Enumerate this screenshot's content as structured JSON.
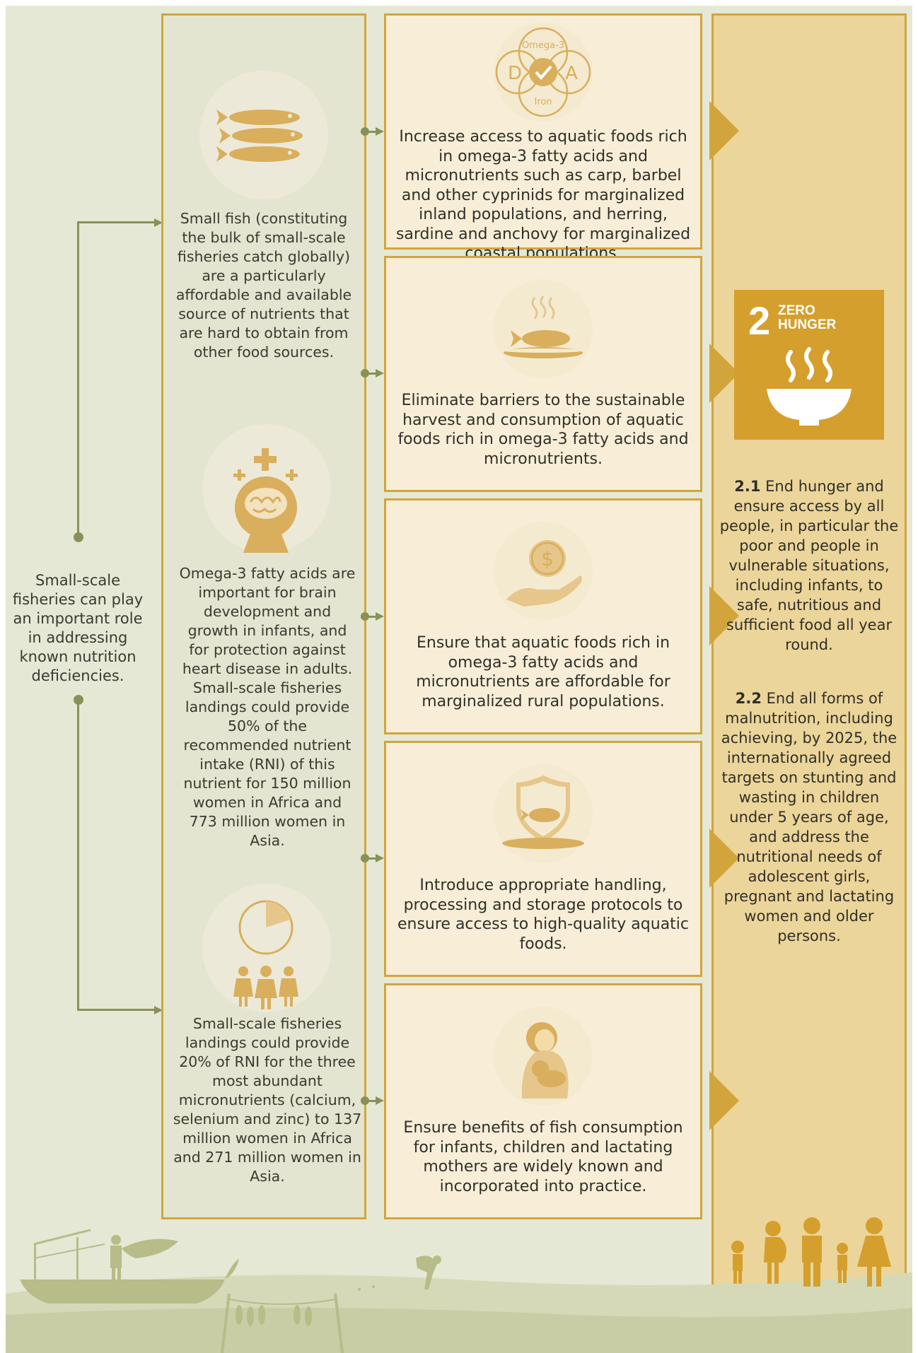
{
  "intro_text": "Small-scale fisheries can play an important role in addressing known nutrition deficiencies.",
  "facts": [
    {
      "icon": "fish-icon",
      "text": "Small fish (constituting the bulk of small-scale fisheries catch globally) are a particularly affordable and available source of nutrients that are hard to obtain from other food sources."
    },
    {
      "icon": "brain-icon",
      "text": "Omega-3 fatty acids are important for brain development and growth in infants, and for protection against heart disease in adults. Small-scale fisheries landings could provide 50% of the recommended nutrient intake (RNI) of this nutrient for 150 million women in Africa and 773 million women in Asia."
    },
    {
      "icon": "pie-women-icon",
      "pie_fraction": 0.2,
      "text": "Small-scale fisheries landings could provide 20% of RNI for the three most abundant micronutrients (calcium, selenium and zinc) to 137 million women in Africa and 271 million women in Asia."
    }
  ],
  "actions": [
    {
      "icon": "nutrients-icon",
      "text": "Increase access to aquatic foods rich in omega-3 fatty acids and micronutrients such as carp, barbel and other cyprinids for marginalized inland populations, and herring, sardine and anchovy for marginalized coastal populations."
    },
    {
      "icon": "fish-plate-icon",
      "text": "Eliminate barriers to the sustainable harvest and consumption of aquatic foods rich in omega-3 fatty acids and micronutrients."
    },
    {
      "icon": "coin-hand-icon",
      "text": "Ensure that aquatic foods rich in omega-3 fatty acids and micronutrients are affordable for marginalized rural populations."
    },
    {
      "icon": "shield-fish-icon",
      "text": "Introduce appropriate handling, processing and storage protocols to ensure access to high-quality aquatic foods."
    },
    {
      "icon": "mother-child-icon",
      "text": "Ensure benefits of fish consumption for infants, children and lactating mothers are widely known and incorporated into practice."
    }
  ],
  "nutrient_icon": {
    "top": "Omega-3",
    "left": "D",
    "right": "A",
    "bottom": "Iron"
  },
  "sdg": {
    "number": "2",
    "title_line1": "ZERO",
    "title_line2": "HUNGER",
    "color": "#d59f2d"
  },
  "targets": [
    {
      "id": "2.1",
      "text": "End hunger and ensure access by all people, in particular the poor and people in vulnerable situations, including infants, to safe, nutritious and sufficient food all year round."
    },
    {
      "id": "2.2",
      "text": "End all forms of malnutrition, including achieving, by 2025, the internationally agreed targets on stunting and wasting in children under 5 years of age, and address the nutritional needs of adolescent girls, pregnant and lactating women and older persons."
    }
  ],
  "colors": {
    "accent": "#d2a53c",
    "connector": "#8b9058",
    "background": "#e6e8d6",
    "box": "#f8eed8"
  }
}
